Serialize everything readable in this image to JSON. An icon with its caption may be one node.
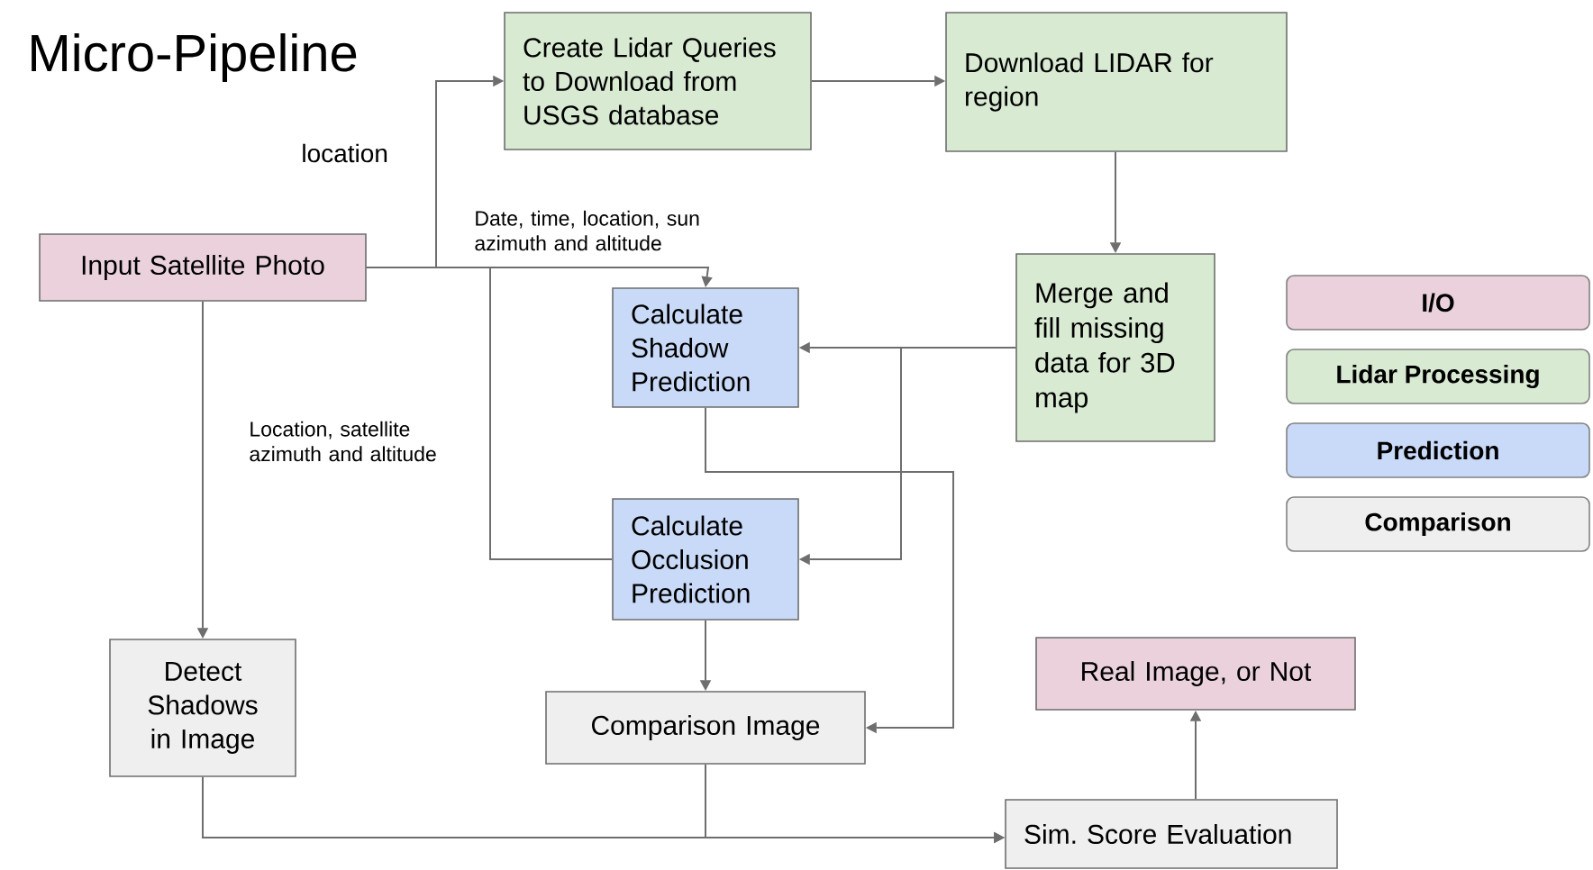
{
  "diagram": {
    "title": "Micro-Pipeline",
    "nodes": [
      {
        "text": [
          "Input Satellite Photo"
        ]
      },
      {
        "text": [
          "Create Lidar Queries to Download from USGS database"
        ]
      },
      {
        "text": [
          "Download LIDAR for region"
        ]
      },
      {
        "text": [
          "Merge and fill missing data for 3D map"
        ]
      },
      {
        "text": [
          "Calculate Shadow Prediction"
        ]
      },
      {
        "text": [
          "Calculate Occlusion Prediction"
        ]
      },
      {
        "text": [
          "Detect Shadows in Image"
        ]
      },
      {
        "text": [
          "Comparison Image"
        ]
      },
      {
        "text": [
          "Real Image, or Not"
        ]
      },
      {
        "text": [
          "Sim. Score Evaluation"
        ]
      }
    ],
    "edges": [
      {
        "from": 0,
        "to": 1,
        "arrow": "to",
        "label": "location"
      },
      {
        "from": 0,
        "to": 4,
        "arrow": "to",
        "label": "Date, time, location, sun azimuth and altitude"
      },
      {
        "from": 0,
        "to": 5,
        "arrow": "none",
        "label": "Location, satellite azimuth and altitude"
      },
      {
        "from": 0,
        "to": 6,
        "arrow": "to"
      },
      {
        "from": 1,
        "to": 2,
        "arrow": "to"
      },
      {
        "from": 2,
        "to": 3,
        "arrow": "to"
      },
      {
        "from": 3,
        "to": 4,
        "arrow": "to"
      },
      {
        "from": 3,
        "to": 5,
        "arrow": "to"
      },
      {
        "from": 4,
        "to": 7,
        "arrow": "to"
      },
      {
        "from": 5,
        "to": 7,
        "arrow": "to"
      },
      {
        "from": 6,
        "to": 9,
        "arrow": "to"
      },
      {
        "from": 7,
        "to": 9,
        "arrow": "to"
      },
      {
        "from": 9,
        "to": 8,
        "arrow": "to"
      }
    ],
    "legend": [
      {
        "text": "I/O",
        "color": "#ead1dc"
      },
      {
        "text": "Lidar Processing",
        "color": "#d9ead3"
      },
      {
        "text": "Prediction",
        "color": "#c9daf8"
      },
      {
        "text": "Comparison",
        "color": "#efefef"
      }
    ]
  }
}
